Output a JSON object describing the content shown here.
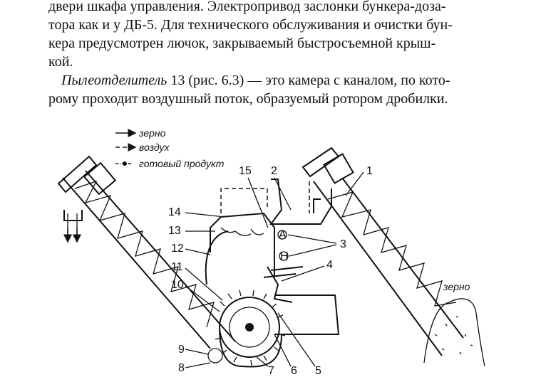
{
  "text": {
    "line1": "двери шкафа управления. Электропривод заслонки бункера-доза-",
    "line2": "тора как и у ДБ-5. Для технического обслуживания и очистки бун-",
    "line3": "кера предусмотрен лючок, закрываемый быстросъемной крыш-",
    "line4": "кой.",
    "p2_term": "Пылеотделитель",
    "p2_rest": " 13 (рис. 6.3) — это камера с каналом, по кото-",
    "p2_line2": "рому проходит воздушный поток, образуемый ротором дробилки."
  },
  "legend": {
    "grain": "зерно",
    "air": "воздух",
    "product": "готовый продукт"
  },
  "labels": {
    "pile": "зерно",
    "n1": "1",
    "n2": "2",
    "n3": "3",
    "n4": "4",
    "n5": "5",
    "n6": "6",
    "n7": "7",
    "n8": "8",
    "n9": "9",
    "n10": "10",
    "n11": "11",
    "n12": "12",
    "n13": "13",
    "n14": "14",
    "n15": "15",
    "valveA": "А",
    "valveB": "Н"
  }
}
